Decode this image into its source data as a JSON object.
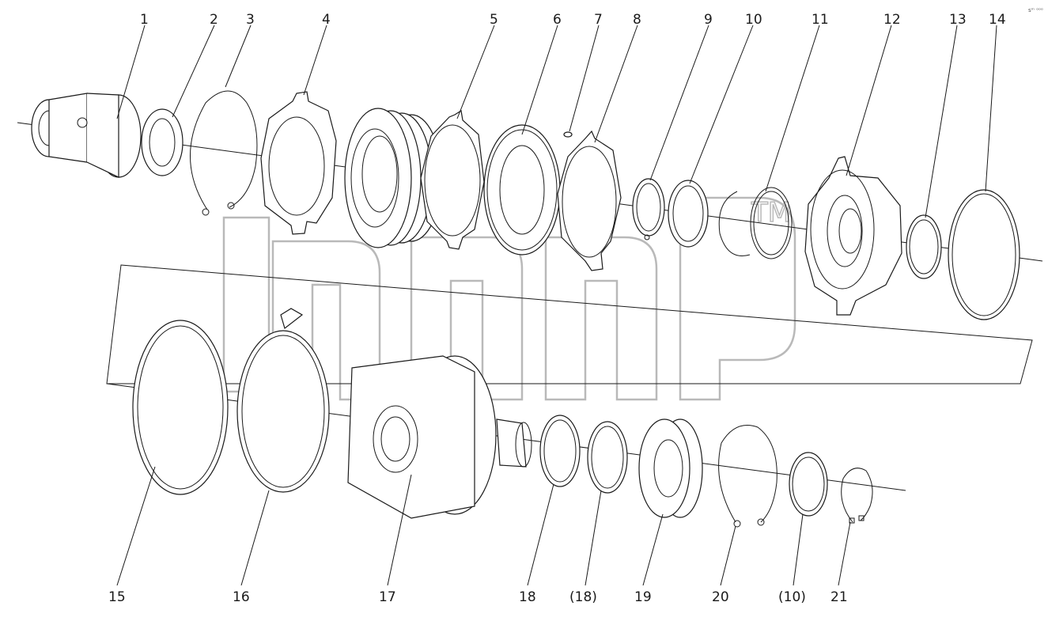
{
  "diagram": {
    "callouts_top": [
      "1",
      "2",
      "3",
      "4",
      "5",
      "6",
      "7",
      "8",
      "9",
      "10",
      "11",
      "12",
      "13",
      "14"
    ],
    "callouts_bottom": [
      "15",
      "16",
      "17",
      "18",
      "(18)",
      "19",
      "20",
      "(10)",
      "21"
    ],
    "watermark_tm": "TM",
    "corner_mark": "sᵐ ᵒᵒᵒ"
  }
}
